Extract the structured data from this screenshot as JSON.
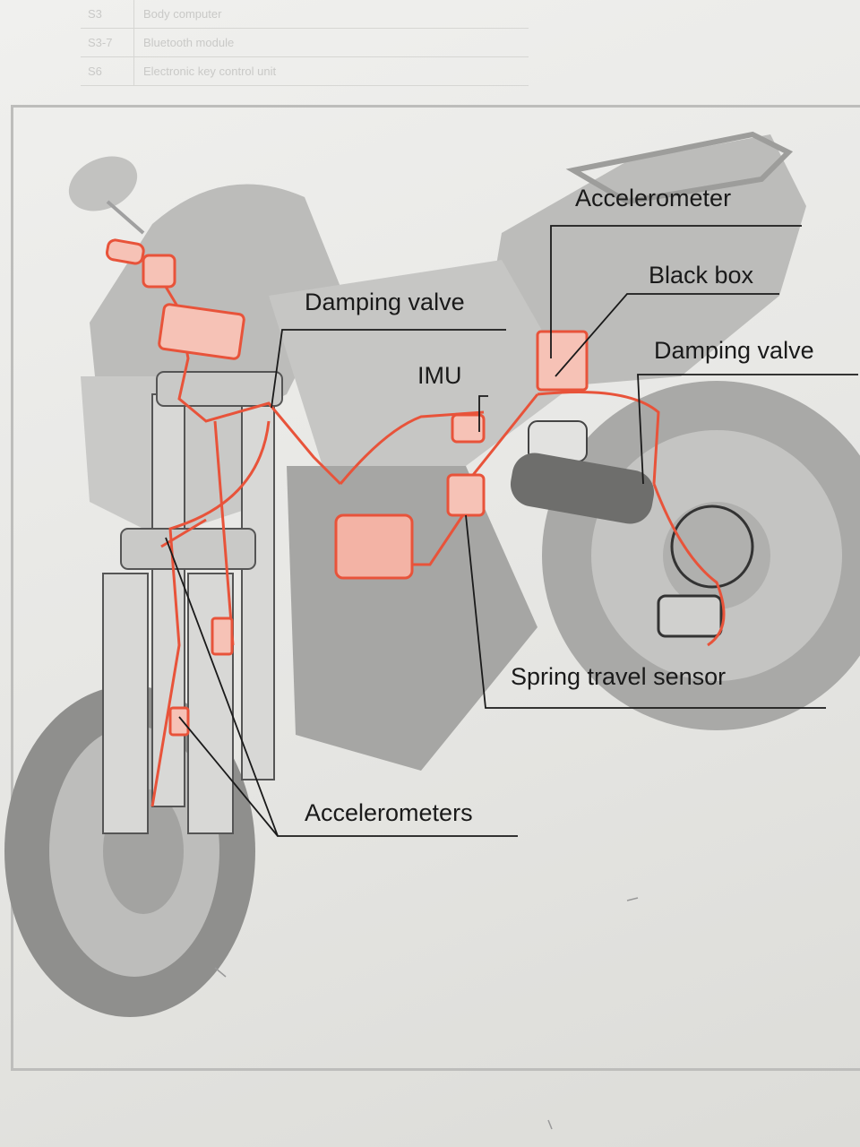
{
  "background_table": {
    "rows": [
      {
        "code": "S3",
        "desc": "Body computer"
      },
      {
        "code": "S3-7",
        "desc": "Bluetooth module"
      },
      {
        "code": "S6",
        "desc": "Electronic key control unit"
      },
      {
        "code": "",
        "desc": ""
      },
      {
        "code": "",
        "desc": ""
      }
    ]
  },
  "callouts": {
    "accelerometer": "Accelerometer",
    "black_box": "Black box",
    "damping_valve_front": "Damping valve",
    "damping_valve_rear": "Damping valve",
    "imu": "IMU",
    "spring_travel_sensor": "Spring travel sensor",
    "accelerometers": "Accelerometers"
  },
  "colors": {
    "wiring": "#e8533a",
    "bike_body": "#b9b9b7",
    "leader_line": "#1a1a1a"
  }
}
